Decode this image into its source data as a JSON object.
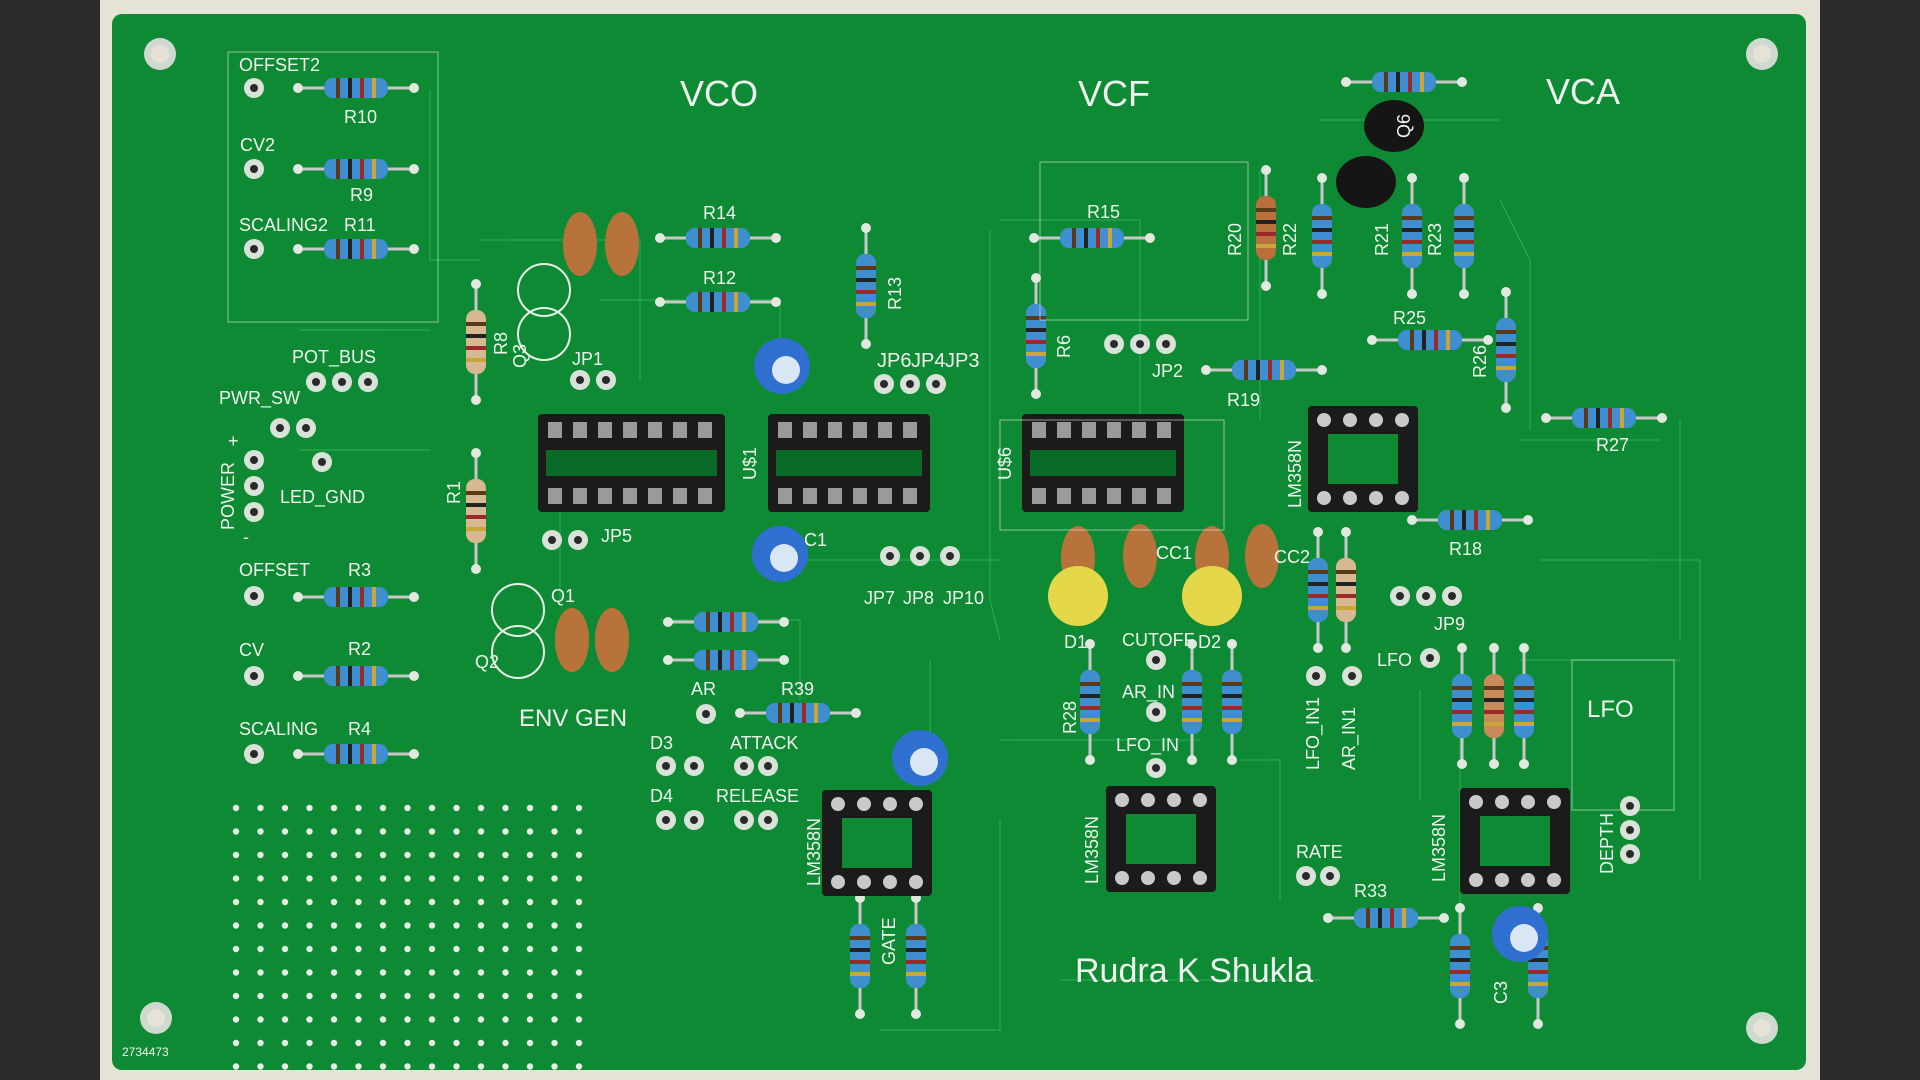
{
  "photo": {
    "colors": {
      "background": "#2b2b2d",
      "cloth": "#e5e2d6",
      "pcb": "#0f8a34",
      "silkscreen": "#eef5ee",
      "resistor_body": "#3f8fd0",
      "socket": "#1b1b1b",
      "ceramic_cap": "#b8733a",
      "electrolytic_cap": "#2f6fd0",
      "led": "#e4d84a"
    },
    "board": {
      "section_labels": [
        "VCO",
        "VCF",
        "VCA",
        "ENV GEN",
        "LFO"
      ],
      "signature": "Rudra K Shukla",
      "serial": "2734473"
    },
    "silkscreen": {
      "offset2": "OFFSET2",
      "cv2": "CV2",
      "scaling2": "SCALING2",
      "pot_bus": "POT_BUS",
      "pwr_sw": "PWR_SW",
      "power": "POWER",
      "plus": "+",
      "minus": "-",
      "led_gnd": "LED_GND",
      "offset": "OFFSET",
      "cv": "CV",
      "scaling": "SCALING",
      "ar": "AR",
      "attack": "ATTACK",
      "release": "RELEASE",
      "gate": "GATE",
      "cutoff": "CUTOFF",
      "ar_in": "AR_IN",
      "lfo_in": "LFO_IN",
      "lfo_in1": "LFO_IN1",
      "ar_in1": "AR_IN1",
      "lfo_pad": "LFO",
      "rate": "RATE",
      "depth": "DEPTH",
      "ic_vco": "U$1",
      "ic_vcf": "U$6",
      "lm358_a": "LM358N",
      "lm358_b": "LM358N",
      "lm358_c": "LM358N",
      "lm358_d": "LM358N"
    },
    "refdes": {
      "R10": "R10",
      "R9": "R9",
      "R11": "R11",
      "R14": "R14",
      "R12": "R12",
      "R13": "R13",
      "R8": "R8",
      "R1": "R1",
      "R3": "R3",
      "R2": "R2",
      "R4": "R4",
      "R15": "R15",
      "R6": "R6",
      "R20": "R20",
      "R22": "R22",
      "R21": "R21",
      "R23": "R23",
      "R25": "R25",
      "R26": "R26",
      "R19": "R19",
      "R27": "R27",
      "R18": "R18",
      "R39": "R39",
      "R28": "R28",
      "R33": "R33",
      "Q3": "Q3",
      "Q1": "Q1",
      "Q2": "Q2",
      "Q6": "Q6",
      "JP1": "JP1",
      "JP5": "JP5",
      "JP6": "JP6",
      "JP4": "JP4",
      "JP3": "JP3",
      "JP7": "JP7",
      "JP8": "JP8",
      "JP10": "JP10",
      "JP2": "JP2",
      "JP9": "JP9",
      "D1": "D1",
      "D2": "D2",
      "D3": "D3",
      "D4": "D4",
      "CC1": "CC1",
      "CC2": "CC2",
      "C1": "C1",
      "C3": "C3"
    }
  }
}
